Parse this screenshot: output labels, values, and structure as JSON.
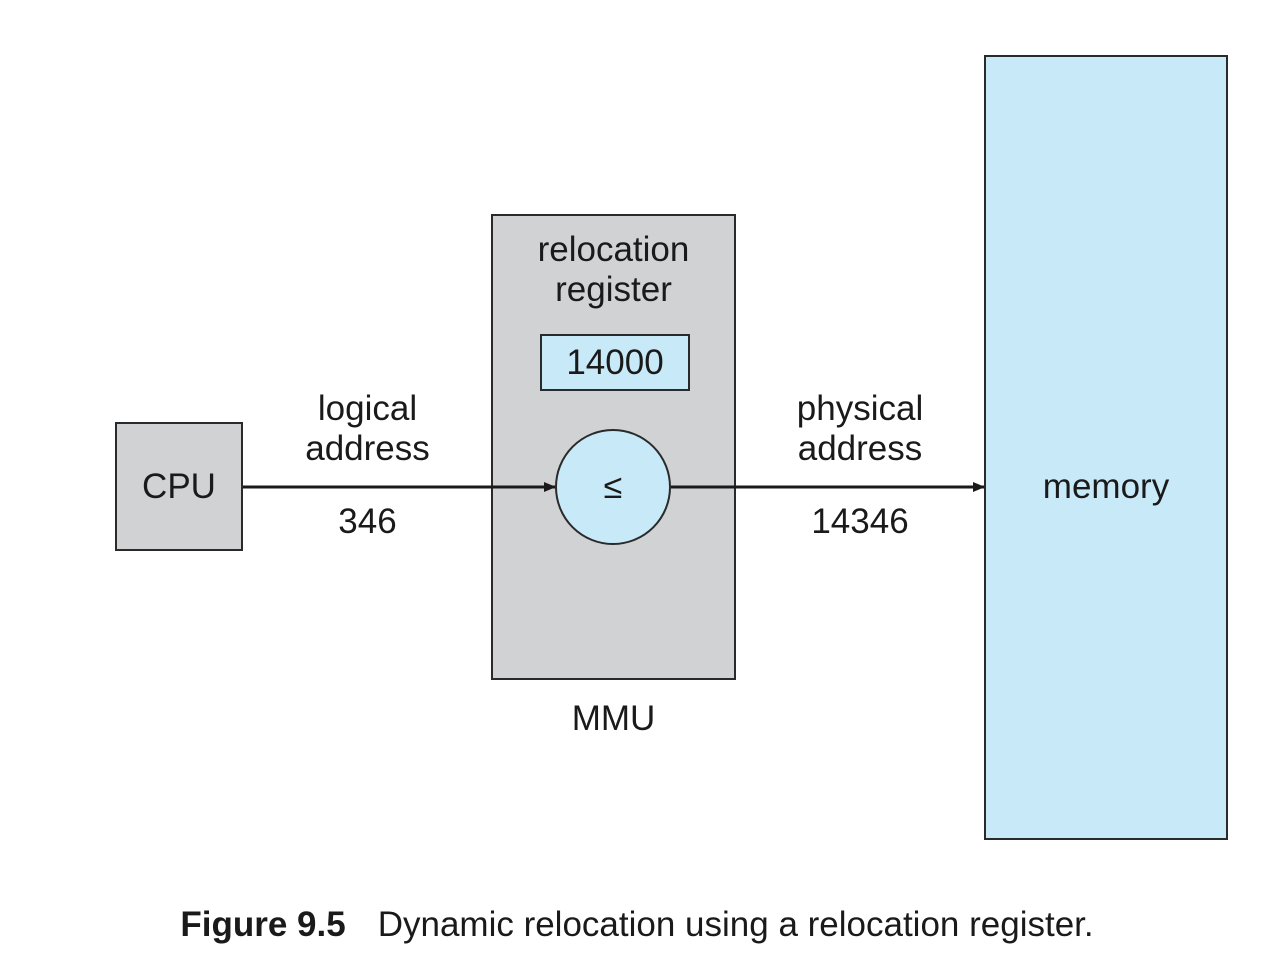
{
  "cpu": {
    "label": "CPU"
  },
  "mmu": {
    "label": "MMU",
    "register_title_line1": "relocation",
    "register_title_line2": "register",
    "register_value": "14000",
    "comparator_symbol": "≤"
  },
  "logical_address": {
    "label_line1": "logical",
    "label_line2": "address",
    "value": "346"
  },
  "physical_address": {
    "label_line1": "physical",
    "label_line2": "address",
    "value": "14346"
  },
  "memory": {
    "label": "memory"
  },
  "caption": {
    "figure_number": "Figure 9.5",
    "text": "Dynamic relocation using a relocation register."
  },
  "colors": {
    "gray_fill": "#d1d2d4",
    "blue_fill": "#c8e9f8",
    "stroke": "#2a2a2a"
  }
}
